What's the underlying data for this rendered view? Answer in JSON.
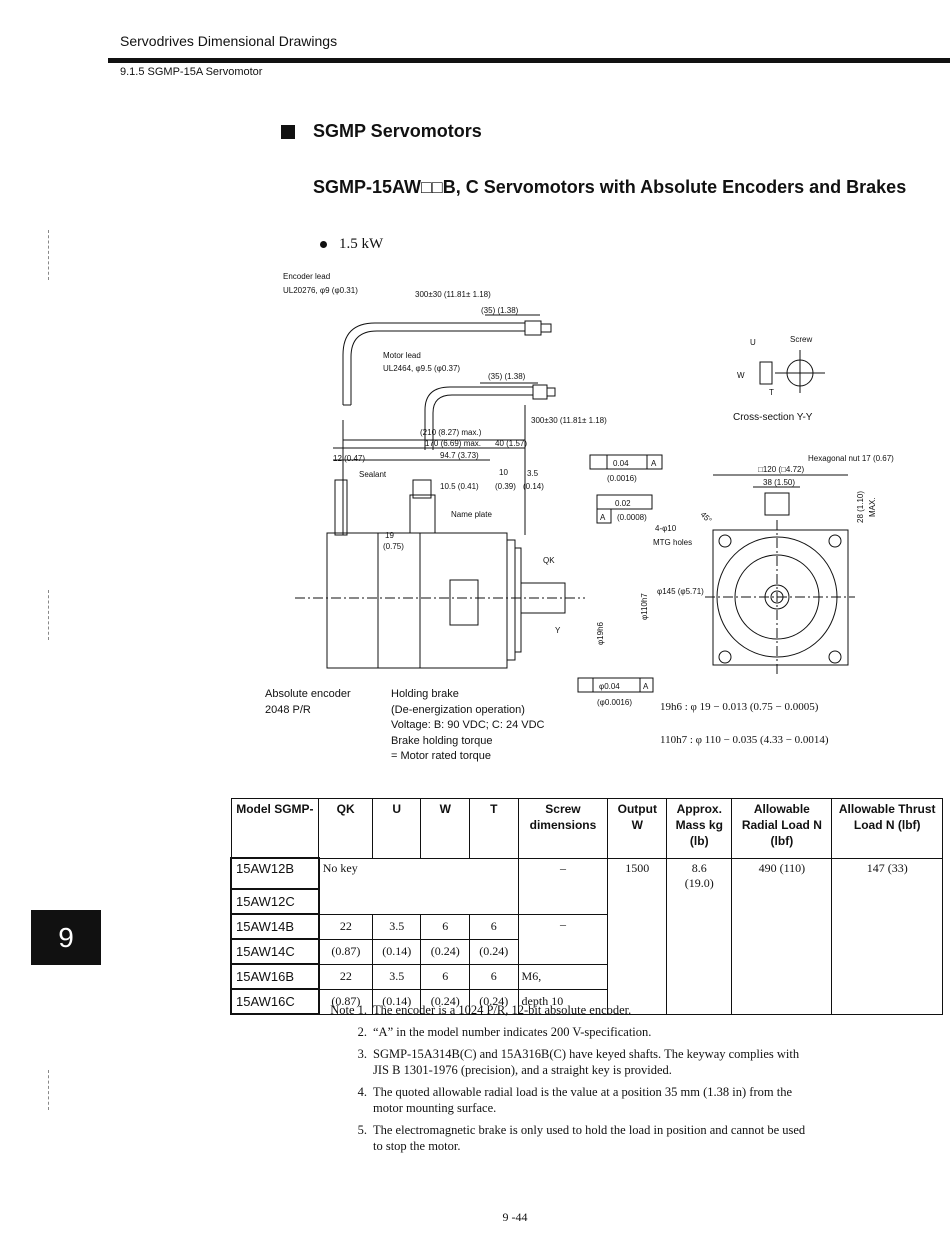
{
  "header": {
    "title": "Servodrives Dimensional Drawings",
    "section": "9.1.5 SGMP-15A Servomotor"
  },
  "section_title": "SGMP Servomotors",
  "product_title": "SGMP-15AW□□B, C Servomotors with Absolute Encoders and Brakes",
  "power_rating": "1.5 kW",
  "chapter_tab": "9",
  "drawing": {
    "encoder_lead_label": "Encoder lead",
    "encoder_lead_spec": "UL20276, φ9 (φ0.31)",
    "encoder_lead_length": "300±30 (11.81± 1.18)",
    "encoder_connector_dim": "(35) (1.38)",
    "motor_lead_label": "Motor lead",
    "motor_lead_spec": "UL2464, φ9.5 (φ0.37)",
    "motor_connector_dim": "(35) (1.38)",
    "motor_lead_length": "300±30 (11.81± 1.18)",
    "dim_210": "(210 (8.27) max.)",
    "dim_170": "170 (6.69) max.",
    "dim_40": "40 (1.57)",
    "dim_12": "12 (0.47)",
    "dim_94": "94.7 (3.73)",
    "sealant_label": "Sealant",
    "dim_10": "10",
    "dim_10_in": "(0.39)",
    "dim_105": "10.5 (0.41)",
    "dim_35": "3.5",
    "dim_35_in": "(0.14)",
    "nameplate_label": "Name plate",
    "dim_19": "19",
    "dim_19_in": "(0.75)",
    "qk_label": "QK",
    "y_label": "Y",
    "shaft_19h6": "φ19h6",
    "shaft_110h7": "φ110h7",
    "tol_perp": "0.04",
    "tol_perp_datum": "A",
    "tol_perp_in": "(0.0016)",
    "tol_runout": "0.02",
    "tol_runout_datum": "A",
    "tol_runout_in": "(0.0008)",
    "tol_conc": "φ0.04",
    "tol_conc_datum": "A",
    "tol_conc_in": "(φ0.0016)",
    "holes_label": "4-φ10",
    "holes_label2": "MTG holes",
    "pcd_label": "φ145 (φ5.71)",
    "angle_label": "45°",
    "cross_section_label": "Cross-section Y-Y",
    "screw_label": "Screw",
    "u_label": "U",
    "w_label": "W",
    "t_label": "T",
    "hex_nut_label": "Hexagonal nut 17 (0.67)",
    "flange_label": "□120 (□4.72)",
    "dim_38": "38 (1.50)",
    "dim_28": "28 (1.10)",
    "dim_28_max": "MAX.",
    "absolute_encoder_label": "Absolute    encoder",
    "encoder_res": "2048 P/R",
    "holding_brake_label": "Holding brake",
    "brake_line1": "(De-energization operation)",
    "brake_line2": "Voltage: B: 90 VDC; C: 24 VDC",
    "brake_line3": "Brake holding torque",
    "brake_line4": "= Motor rated torque",
    "fit_19": "19h6 : φ 19 − 0.013 (0.75 − 0.0005)",
    "fit_110": "110h7 : φ 110 − 0.035 (4.33 − 0.0014)"
  },
  "table": {
    "headers": [
      "Model SGMP-",
      "QK",
      "U",
      "W",
      "T",
      "Screw dimensions",
      "Output W",
      "Approx. Mass kg (lb)",
      "Allowable Radial Load N (lbf)",
      "Allowable Thrust Load N (lbf)"
    ],
    "models": [
      "15AW12B",
      "15AW12C",
      "15AW14B",
      "15AW14C",
      "15AW16B",
      "15AW16C"
    ],
    "no_key": "No key",
    "dash": "–",
    "key14": {
      "qk": "22",
      "qk_in": "(0.87)",
      "u": "3.5",
      "u_in": "(0.14)",
      "w": "6",
      "w_in": "(0.24)",
      "t": "6",
      "t_in": "(0.24)",
      "screw": "–"
    },
    "key16": {
      "qk": "22",
      "qk_in": "(0.87)",
      "u": "3.5",
      "u_in": "(0.14)",
      "w": "6",
      "w_in": "(0.24)",
      "t": "6",
      "t_in": "(0.24)",
      "screw": "M6,",
      "screw2": "depth 10"
    },
    "output": "1500",
    "mass": "8.6",
    "mass_lb": "(19.0)",
    "radial": "490 (110)",
    "thrust": "147 (33)"
  },
  "notes": [
    {
      "num": "Note 1.",
      "text": "The encoder is a 1024 P/R, 12-bit absolute encoder."
    },
    {
      "num": "2.",
      "text": "“A” in the model number indicates 200 V-specification."
    },
    {
      "num": "3.",
      "text": "SGMP-15A314B(C) and 15A316B(C) have keyed shafts. The keyway complies with JIS B 1301-1976 (precision), and a straight key is provided."
    },
    {
      "num": "4.",
      "text": "The quoted allowable radial load is the value at a position 35 mm (1.38 in) from the motor mounting surface."
    },
    {
      "num": "5.",
      "text": "The electromagnetic brake is only used to hold the load in position and cannot be used to stop the motor."
    }
  ],
  "page_number": "9 -44"
}
